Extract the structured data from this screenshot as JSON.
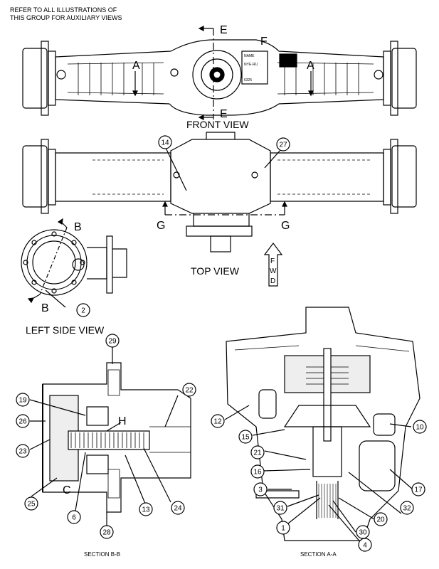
{
  "note": {
    "line1": "REFER TO ALL ILLUSTRATIONS OF",
    "line2": "THIS GROUP FOR AUXILIARY VIEWS"
  },
  "views": {
    "front": "FRONT VIEW",
    "top": "TOP VIEW",
    "left_side": "LEFT SIDE VIEW",
    "section_bb": "SECTION B-B",
    "section_aa": "SECTION A-A"
  },
  "section_letters": {
    "a": "A",
    "b": "B",
    "c": "C",
    "e": "E",
    "f": "F",
    "g": "G",
    "h": "H"
  },
  "fwd_arrow": {
    "f": "F",
    "w": "W",
    "d": "D"
  },
  "plate_text": {
    "name": "NAME",
    "line2": "NYE·RU",
    "line3": "6325"
  },
  "callouts": {
    "c1": "1",
    "c2": "2",
    "c3": "3",
    "c4": "4",
    "c6": "6",
    "c10": "10",
    "c12": "12",
    "c13": "13",
    "c14": "14",
    "c15": "15",
    "c16": "16",
    "c17": "17",
    "c19": "19",
    "c20": "20",
    "c21": "21",
    "c22": "22",
    "c23": "23",
    "c24": "24",
    "c25": "25",
    "c26": "26",
    "c27": "27",
    "c28": "28",
    "c29": "29",
    "c30": "30",
    "c31": "31",
    "c32": "32"
  }
}
